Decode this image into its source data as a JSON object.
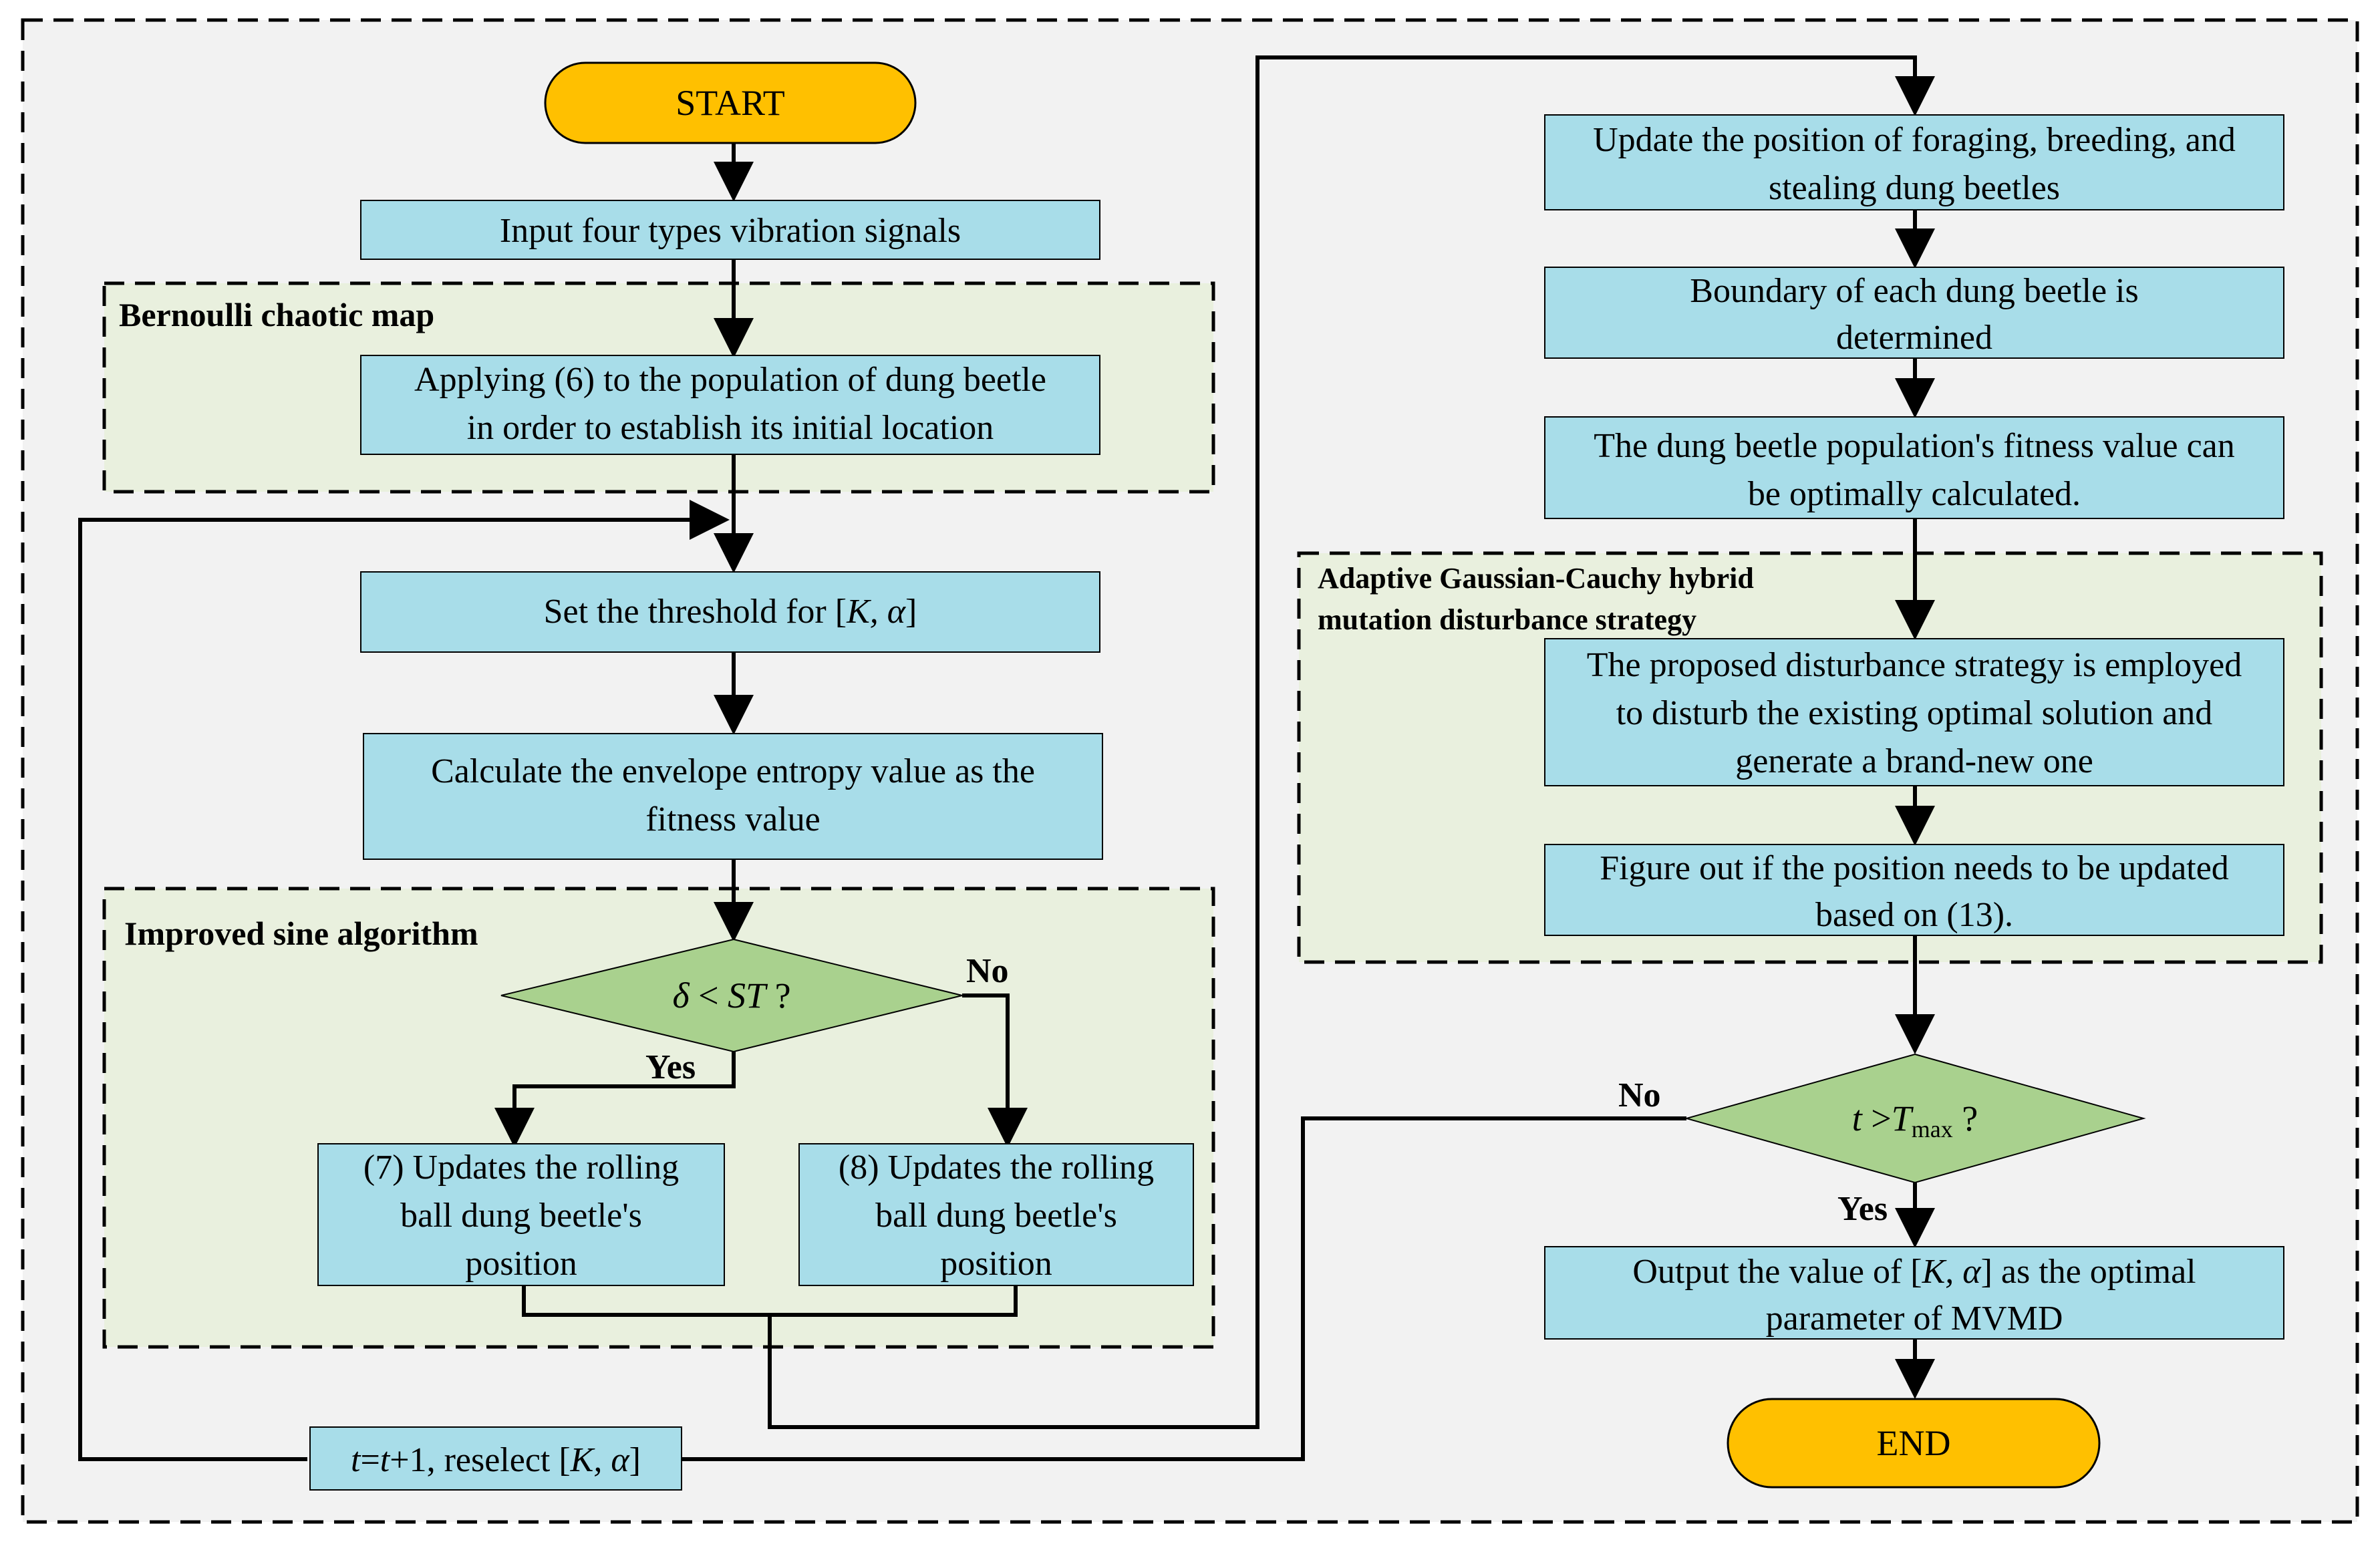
{
  "nodes": {
    "start": "START",
    "end": "END",
    "input": "Input four types vibration signals",
    "init": [
      "Applying (6) to the population of dung beetle",
      "in order to establish its initial location"
    ],
    "threshold": {
      "prefix": "Set the threshold for [",
      "k": "K, α",
      "suffix": "]"
    },
    "fitness": [
      "Calculate the envelope entropy value as the",
      "fitness value"
    ],
    "update7": [
      "(7) Updates the rolling",
      "ball dung beetle's",
      "position"
    ],
    "update8": [
      "(8) Updates the rolling",
      "ball dung beetle's",
      "position"
    ],
    "reselect": {
      "t1": "t",
      "eq": "=",
      "t2": "t",
      "rest": "+1, reselect [",
      "k": "K, α",
      "suffix": "]"
    },
    "update_pos": [
      "Update the position of foraging, breeding, and",
      "stealing dung beetles"
    ],
    "boundary": [
      "Boundary of each dung beetle is",
      "determined"
    ],
    "fitness_calc": [
      "The dung beetle population's fitness value can",
      "be optimally calculated."
    ],
    "disturb": [
      "The proposed disturbance strategy is employed",
      "to disturb the existing optimal solution and",
      "generate a brand-new one"
    ],
    "figure_out": [
      "Figure out if the position needs to be updated",
      "based on (13)."
    ],
    "output": {
      "line1_prefix": "Output the value of [",
      "k": "K, α",
      "line1_suffix": "] as the optimal",
      "line2": "parameter of MVMD"
    }
  },
  "decisions": {
    "delta": {
      "a": "δ",
      "lt": " < ",
      "b": "ST",
      "q": " ?"
    },
    "tmax": {
      "t": "t",
      "gt": " >",
      "T": "T",
      "sub": "max",
      "q": " ?"
    }
  },
  "groups": {
    "bernoulli": "Bernoulli chaotic map",
    "sine": "Improved sine algorithm",
    "gaussian": [
      "Adaptive Gaussian-Cauchy hybrid",
      "mutation disturbance strategy"
    ]
  },
  "edge_labels": {
    "no1": "No",
    "yes1": "Yes",
    "no2": "No",
    "yes2": "Yes"
  },
  "colors": {
    "terminal": "#FFC000",
    "process": "#A8DDE9",
    "decision": "#A9D18E",
    "group": "#E9F0DE",
    "background": "#F2F2F2"
  }
}
